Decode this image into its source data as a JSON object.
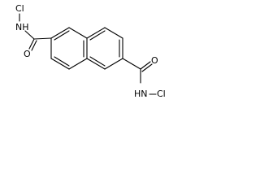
{
  "molecule": {
    "atoms": {
      "cl_top": "Cl",
      "nh_top": "NH",
      "o_top": "O",
      "o_bottom": "O",
      "nh_bottom": "HN",
      "cl_bottom": "Cl"
    }
  },
  "colors": {
    "bond": "#000000",
    "text": "#000000",
    "background": "#ffffff"
  }
}
